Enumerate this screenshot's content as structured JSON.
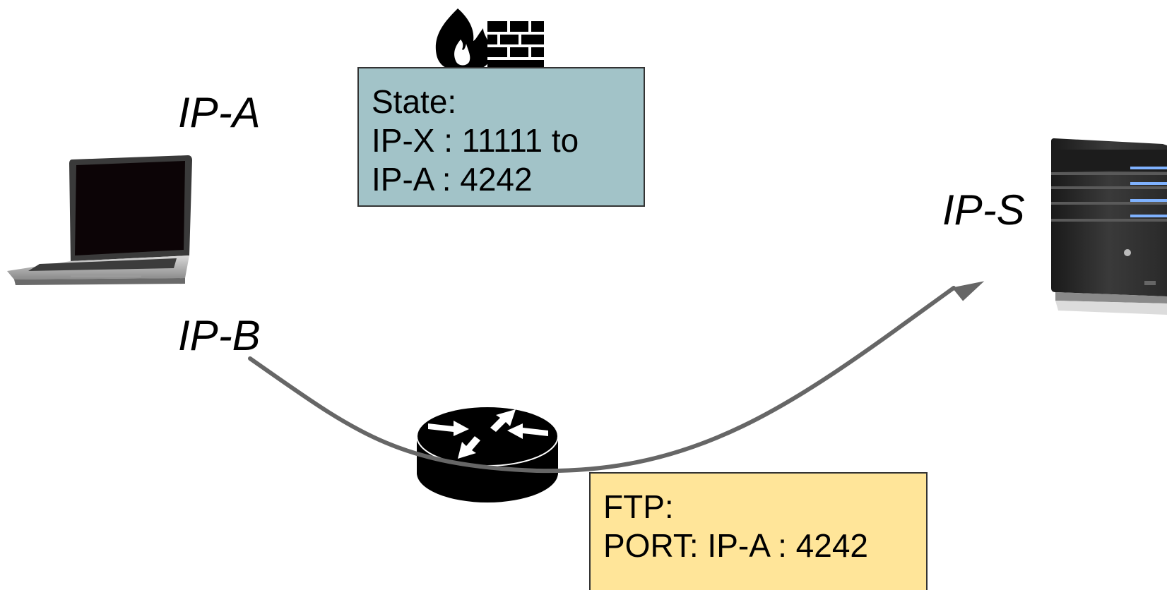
{
  "labels": {
    "ip_a": "IP-A",
    "ip_b": "IP-B",
    "ip_s": "IP-S"
  },
  "state_box": {
    "line1": "State:",
    "line2": "IP-X : 11111 to",
    "line3": "IP-A : 4242",
    "fill": "#a2c3c8"
  },
  "ftp_box": {
    "line1": "FTP:",
    "line2": "PORT: IP-A : 4242",
    "fill": "#ffe599"
  },
  "icons": {
    "firewall": "firewall-icon",
    "laptop": "laptop-icon",
    "router": "router-icon",
    "server": "server-icon"
  },
  "colors": {
    "arrow": "#666666",
    "text": "#000000"
  }
}
